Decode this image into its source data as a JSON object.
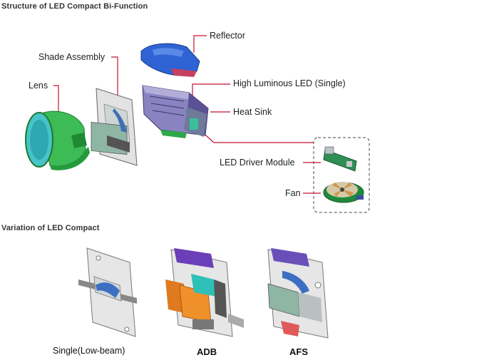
{
  "structure": {
    "title": "Structure of LED Compact Bi-Function",
    "callouts": {
      "reflector": "Reflector",
      "shade_assembly": "Shade Assembly",
      "lens": "Lens",
      "high_luminous_led": "High Luminous LED (Single)",
      "heat_sink": "Heat Sink",
      "led_driver_module": "LED Driver Module",
      "fan": "Fan"
    }
  },
  "variation": {
    "title": "Variation of LED Compact",
    "captions": {
      "single": "Single(Low-beam)",
      "adb": "ADB",
      "afs": "AFS"
    }
  },
  "colors": {
    "callout_line": "#c8102e",
    "lens": "#2ea84a",
    "reflector": "#2456c8",
    "heat_sink": "#7a6fb0",
    "shade_plate": "#dcdcdc"
  }
}
